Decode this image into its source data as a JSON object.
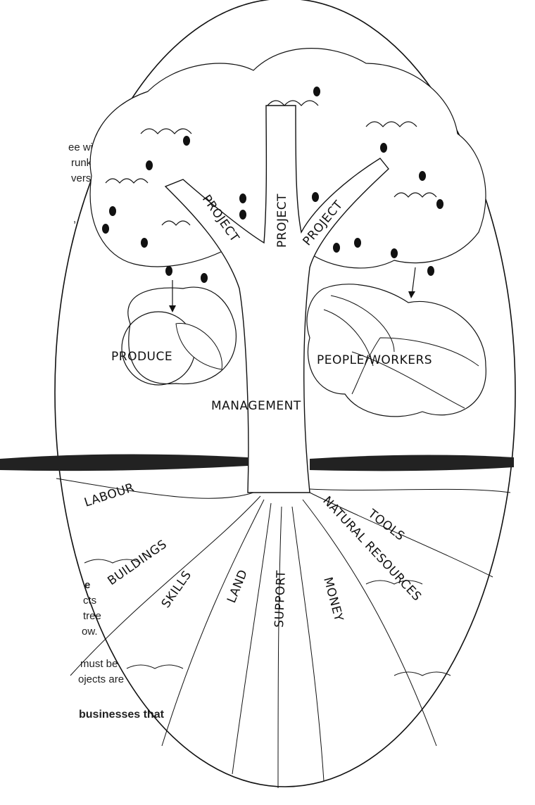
{
  "side_text": {
    "frag1": "ee will",
    "frag2": "runk,",
    "frag3": "vers",
    "frag4": ",",
    "frag5": "e",
    "frag6": "cts",
    "frag7": "tree",
    "frag8": "ow.",
    "frag9": "must be",
    "frag10": "ojects are",
    "frag11": "businesses  that"
  },
  "tree": {
    "branches": [
      "PROJECT",
      "PROJECT",
      "PROJECT"
    ],
    "outputs": [
      "PRODUCE",
      "PEOPLE/WORKERS"
    ],
    "trunk": "MANAGEMENT",
    "roots": [
      "LABOUR",
      "BUILDINGS",
      "SKILLS",
      "LAND",
      "SUPPORT",
      "MONEY",
      "NATURAL RESOURCES",
      "TOOLS"
    ]
  }
}
